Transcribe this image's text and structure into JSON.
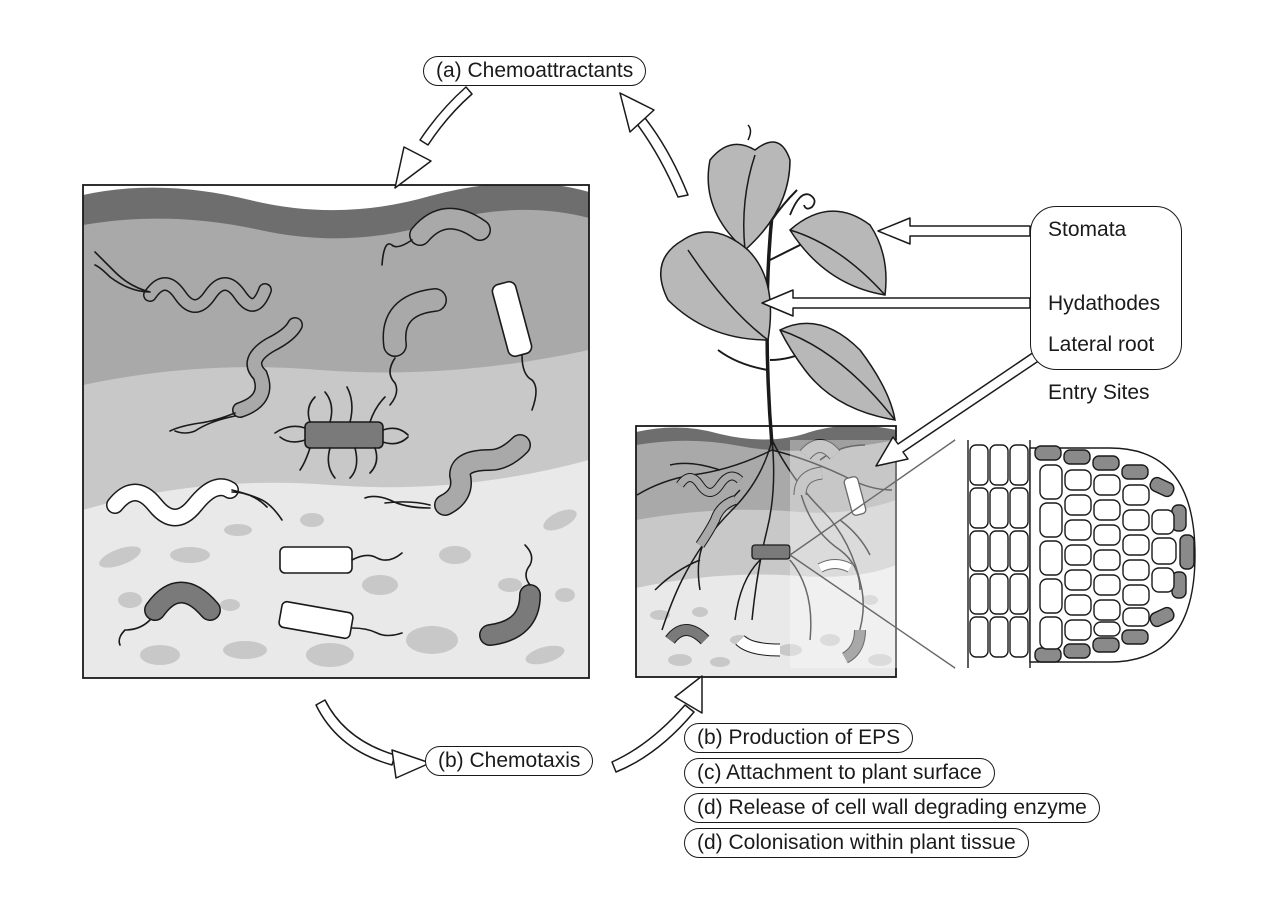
{
  "labels": {
    "chemoattractants": "(a) Chemoattractants",
    "chemotaxis": "(b) Chemotaxis",
    "eps": "(b) Production of EPS",
    "attachment": "(c) Attachment to plant surface",
    "release": "(d) Release of cell wall degrading enzyme",
    "colonisation": "(d) Colonisation within plant tissue"
  },
  "entry_sites": {
    "stomata": "Stomata",
    "hydathodes": "Hydathodes",
    "lateral_root": "Lateral root",
    "title": "Entry Sites"
  },
  "colors": {
    "outline": "#1a1a1a",
    "soil_top": "#6e6e6e",
    "soil_mid": "#a9a9a9",
    "soil_light": "#c8c8c8",
    "soil_pale": "#e9e9e9",
    "leaf": "#b8b8b8",
    "cell_fill": "#ffffff",
    "cap_cell": "#8a8a8a"
  }
}
